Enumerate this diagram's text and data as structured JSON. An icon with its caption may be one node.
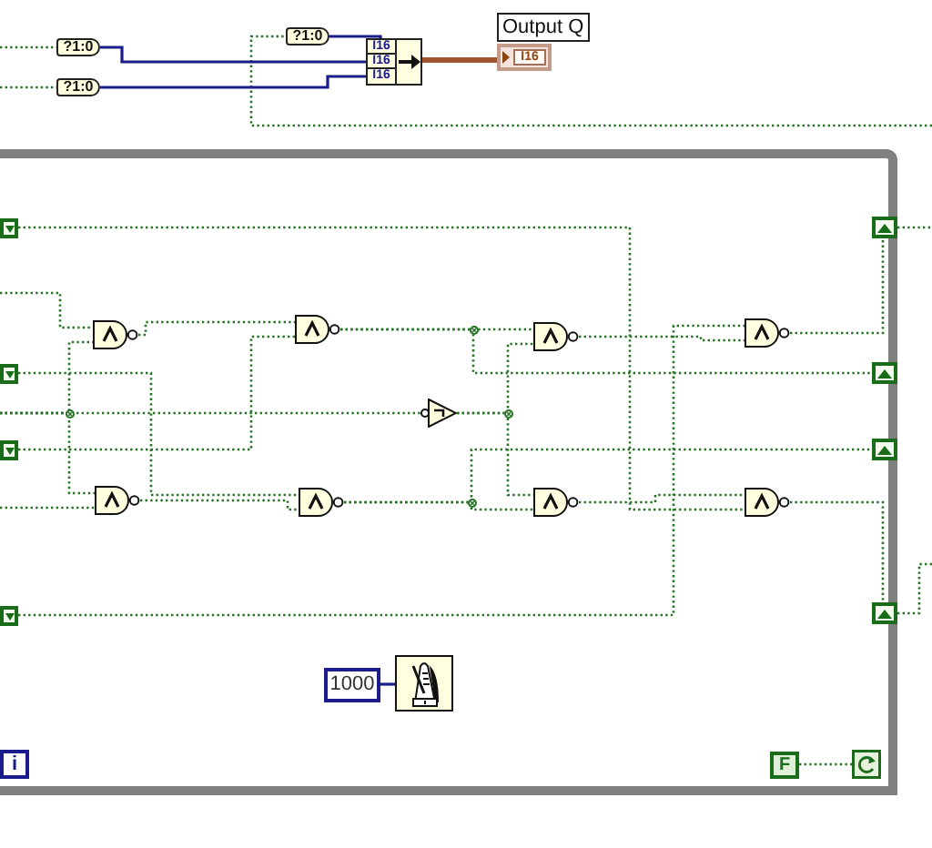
{
  "diagram": {
    "nodes": [
      {
        "text": [
          "Output Q",
          "I16"
        ]
      },
      {
        "text": [
          "?1:0"
        ]
      },
      {
        "text": [
          "I16",
          "I16",
          "I16"
        ]
      },
      {
        "text": [
          "?1:0"
        ]
      },
      {
        "text": [
          "?1:0"
        ]
      },
      {
        "text": [],
        "shape": "frame"
      },
      {
        "text": [],
        "shape": "box",
        "in": 5
      },
      {
        "text": [],
        "shape": "box",
        "in": 5
      },
      {
        "text": [],
        "shape": "gate",
        "in": 5
      },
      {
        "text": [],
        "shape": "gate",
        "in": 5
      },
      {
        "text": [],
        "shape": "gate",
        "in": 5
      },
      {
        "text": [],
        "shape": "gate",
        "in": 5
      },
      {
        "text": [],
        "shape": "box",
        "in": 5
      },
      {
        "text": [],
        "shape": "box",
        "in": 5
      },
      {
        "text": [],
        "shape": "triangle",
        "in": 5
      },
      {
        "text": [],
        "shape": "box",
        "in": 5
      },
      {
        "text": [],
        "shape": "box",
        "in": 5
      },
      {
        "text": [],
        "shape": "gate",
        "in": 5
      },
      {
        "text": [],
        "shape": "gate",
        "in": 5
      },
      {
        "text": [],
        "shape": "gate",
        "in": 5
      },
      {
        "text": [],
        "shape": "gate",
        "in": 5
      },
      {
        "text": [],
        "shape": "box",
        "in": 5
      },
      {
        "text": [],
        "shape": "box",
        "in": 5
      },
      {
        "text": [
          "1000"
        ],
        "in": 5
      },
      {
        "text": [],
        "shape": "picture",
        "in": 5
      },
      {
        "text": [
          "i"
        ],
        "in": 5
      },
      {
        "text": [
          "F"
        ],
        "in": 5
      },
      {
        "text": [],
        "shape": "picture",
        "in": 5
      }
    ],
    "edges": [
      {
        "from": null,
        "to": 3,
        "arrow": "none",
        "style": "dashed"
      },
      {
        "from": null,
        "to": 4,
        "arrow": "none",
        "style": "dashed"
      },
      {
        "from": null,
        "to": 1,
        "arrow": "none",
        "style": "dashed"
      },
      {
        "from": 1,
        "to": 2,
        "arrow": "none",
        "color": "#1c1c8c"
      },
      {
        "from": 3,
        "to": 2,
        "arrow": "none",
        "color": "#1c1c8c"
      },
      {
        "from": 4,
        "to": 2,
        "arrow": "none",
        "color": "#1c1c8c"
      },
      {
        "from": 2,
        "to": 0,
        "arrow": "none",
        "style": "thick",
        "color": "#a0522d"
      },
      {
        "from": 6,
        "to": 20,
        "arrow": "none",
        "style": "dashed"
      },
      {
        "from": null,
        "to": 8,
        "arrow": "none",
        "style": "dashed"
      },
      {
        "from": null,
        "to": 8,
        "arrow": "none",
        "style": "dashed"
      },
      {
        "from": null,
        "to": 17,
        "arrow": "none",
        "style": "dashed"
      },
      {
        "from": null,
        "to": 14,
        "arrow": "none",
        "style": "dashed"
      },
      {
        "from": 8,
        "to": 9,
        "arrow": "none",
        "style": "dashed"
      },
      {
        "from": 15,
        "to": 9,
        "arrow": "none",
        "style": "dashed"
      },
      {
        "from": 9,
        "to": 10,
        "arrow": "none",
        "style": "dashed"
      },
      {
        "from": 9,
        "to": 13,
        "arrow": "none",
        "style": "dashed"
      },
      {
        "from": 14,
        "to": 10,
        "arrow": "none",
        "style": "dashed"
      },
      {
        "from": 14,
        "to": 19,
        "arrow": "none",
        "style": "dashed"
      },
      {
        "from": 21,
        "to": 11,
        "arrow": "none",
        "style": "dashed"
      },
      {
        "from": 10,
        "to": 11,
        "arrow": "none",
        "style": "dashed"
      },
      {
        "from": 11,
        "to": 7,
        "arrow": "none",
        "style": "dashed"
      },
      {
        "from": 12,
        "to": 18,
        "arrow": "none",
        "style": "dashed"
      },
      {
        "from": null,
        "to": 17,
        "arrow": "none",
        "style": "dashed"
      },
      {
        "from": 17,
        "to": 18,
        "arrow": "none",
        "style": "dashed"
      },
      {
        "from": 18,
        "to": 19,
        "arrow": "none",
        "style": "dashed"
      },
      {
        "from": 18,
        "to": 16,
        "arrow": "none",
        "style": "dashed"
      },
      {
        "from": 19,
        "to": 20,
        "arrow": "none",
        "style": "dashed"
      },
      {
        "from": 20,
        "to": 22,
        "arrow": "none",
        "style": "dashed"
      },
      {
        "from": 7,
        "to": null,
        "arrow": "none",
        "style": "dashed"
      },
      {
        "from": 22,
        "to": null,
        "arrow": "none",
        "style": "dashed"
      },
      {
        "from": 23,
        "to": 24,
        "arrow": "none",
        "color": "#1c1c8c"
      },
      {
        "from": 26,
        "to": 27,
        "arrow": "none",
        "style": "dashed"
      }
    ]
  }
}
